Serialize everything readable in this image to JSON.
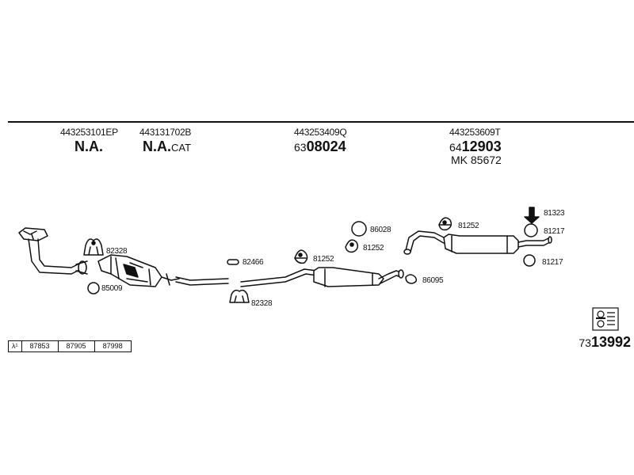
{
  "header_parts": [
    {
      "number": "443253101EP",
      "name": "N.A.",
      "suffix": ""
    },
    {
      "number": "443131702B",
      "name": "N.A.",
      "suffix": "CAT"
    },
    {
      "number": "443253409Q",
      "prefix": "63",
      "code": "08024"
    },
    {
      "number": "443253609T",
      "prefix": "64",
      "code": "12903",
      "mk": "MK  85672"
    }
  ],
  "labels": {
    "l82328a": "82328",
    "l85009": "85009",
    "l82466": "82466",
    "l82328b": "82328",
    "l81252a": "81252",
    "l86028": "86028",
    "l81252b": "81252",
    "l86095": "86095",
    "l81252c": "81252",
    "l81323": "81323",
    "l81217a": "81217",
    "l81217b": "81217"
  },
  "table": {
    "symbol": "λ¹",
    "cells": [
      "87853",
      "87905",
      "87998"
    ]
  },
  "bottom_ref": {
    "prefix": "73",
    "code": "13992"
  }
}
